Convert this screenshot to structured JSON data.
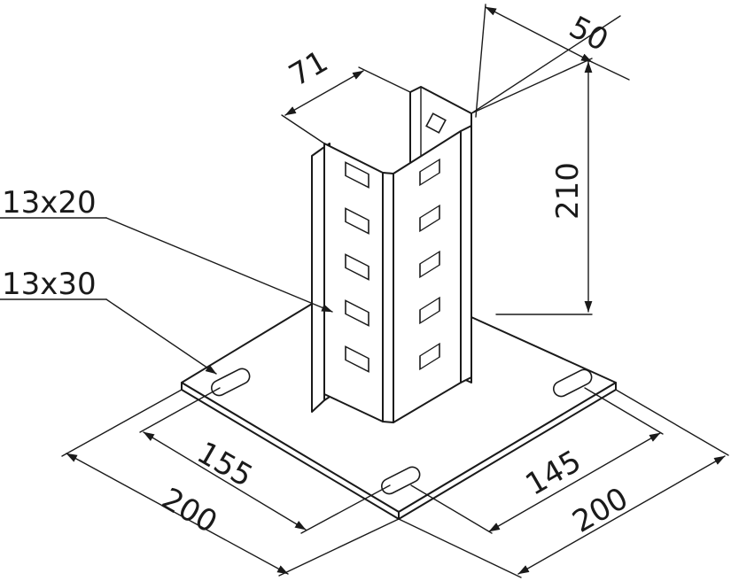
{
  "labels": {
    "slot_13x20": "13x20",
    "slot_13x30": "13x30",
    "dim_50": "50",
    "dim_71": "71",
    "dim_210": "210",
    "dim_155": "155",
    "dim_200_left": "200",
    "dim_145": "145",
    "dim_200_right": "200"
  },
  "colors": {
    "line": "#1a1a1a",
    "background": "#ffffff"
  }
}
